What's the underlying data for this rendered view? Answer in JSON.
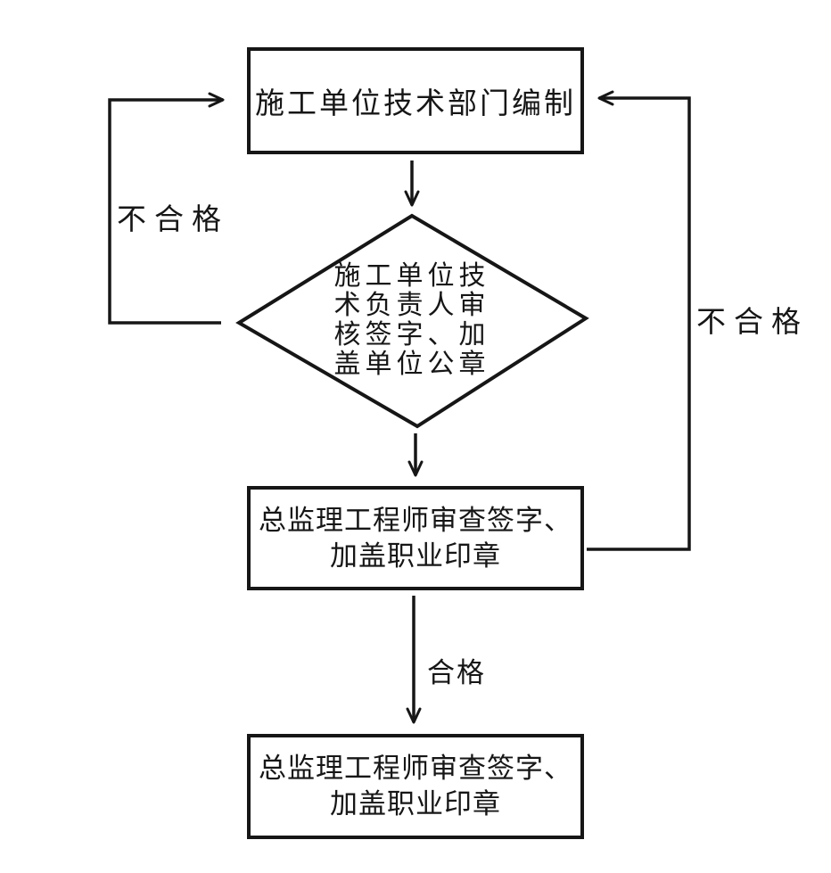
{
  "colors": {
    "ink": "#161616",
    "background": "#ffffff"
  },
  "nodes": {
    "compile": {
      "text": "施工单位技术部门编制",
      "lines": [
        "施工单位技术部门编制"
      ]
    },
    "tech_review": {
      "text": "施工单位技术负责人审核签字、加盖单位公章",
      "lines": [
        "施工单位技",
        "术负责人审",
        "核签字、加",
        "盖单位公章"
      ]
    },
    "chief_review": {
      "text": "总监理工程师审查签字、加盖职业印章",
      "lines": [
        "总监理工程师审查签字、",
        "加盖职业印章"
      ]
    },
    "final": {
      "text": "总监理工程师审查签字、加盖职业印章",
      "lines": [
        "总监理工程师审查签字、",
        "加盖职业印章"
      ]
    }
  },
  "edge_labels": {
    "fail_left": "不合格",
    "fail_right": "不合格",
    "pass": "合格"
  }
}
